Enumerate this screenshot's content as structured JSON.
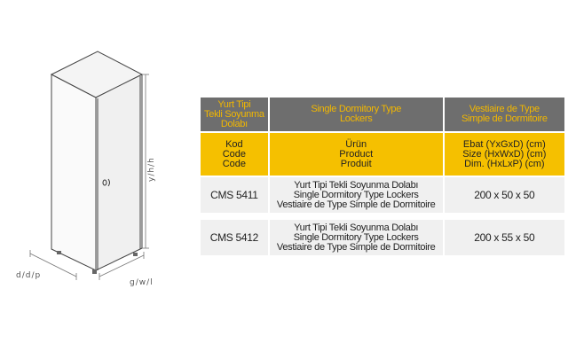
{
  "drawing": {
    "height_label": "y/h/h",
    "depth_label": "d/d/p",
    "width_label": "g/w/l"
  },
  "table": {
    "header": {
      "col1": [
        "Yurt Tipi",
        "Tekli Soyunma Dolabı"
      ],
      "col2": [
        "Single Dormitory Type",
        "Lockers"
      ],
      "col3": [
        "Vestiaire de Type",
        "Simple de Dormitoire"
      ]
    },
    "subheader": {
      "col1": [
        "Kod",
        "Code",
        "Code"
      ],
      "col2": [
        "Ürün",
        "Product",
        "Produit"
      ],
      "col3": [
        "Ebat (YxGxD) (cm)",
        "Size (HxWxD) (cm)",
        "Dim. (HxLxP) (cm)"
      ]
    },
    "rows": [
      {
        "code": "CMS 5411",
        "product": [
          "Yurt Tipi Tekli Soyunma Dolabı",
          "Single Dormitory Type Lockers",
          "Vestiaire de Type Simple de Dormitoire"
        ],
        "size": "200 x 50 x 50"
      },
      {
        "code": "CMS 5412",
        "product": [
          "Yurt Tipi Tekli Soyunma Dolabı",
          "Single Dormitory Type Lockers",
          "Vestiaire de Type Simple de Dormitoire"
        ],
        "size": "200 x 55 x 50"
      }
    ]
  },
  "colors": {
    "header_bg": "#6e6e6e",
    "header_text": "#f2b700",
    "subheader_bg": "#f5c000",
    "row_bg": "#f0f0f0"
  }
}
